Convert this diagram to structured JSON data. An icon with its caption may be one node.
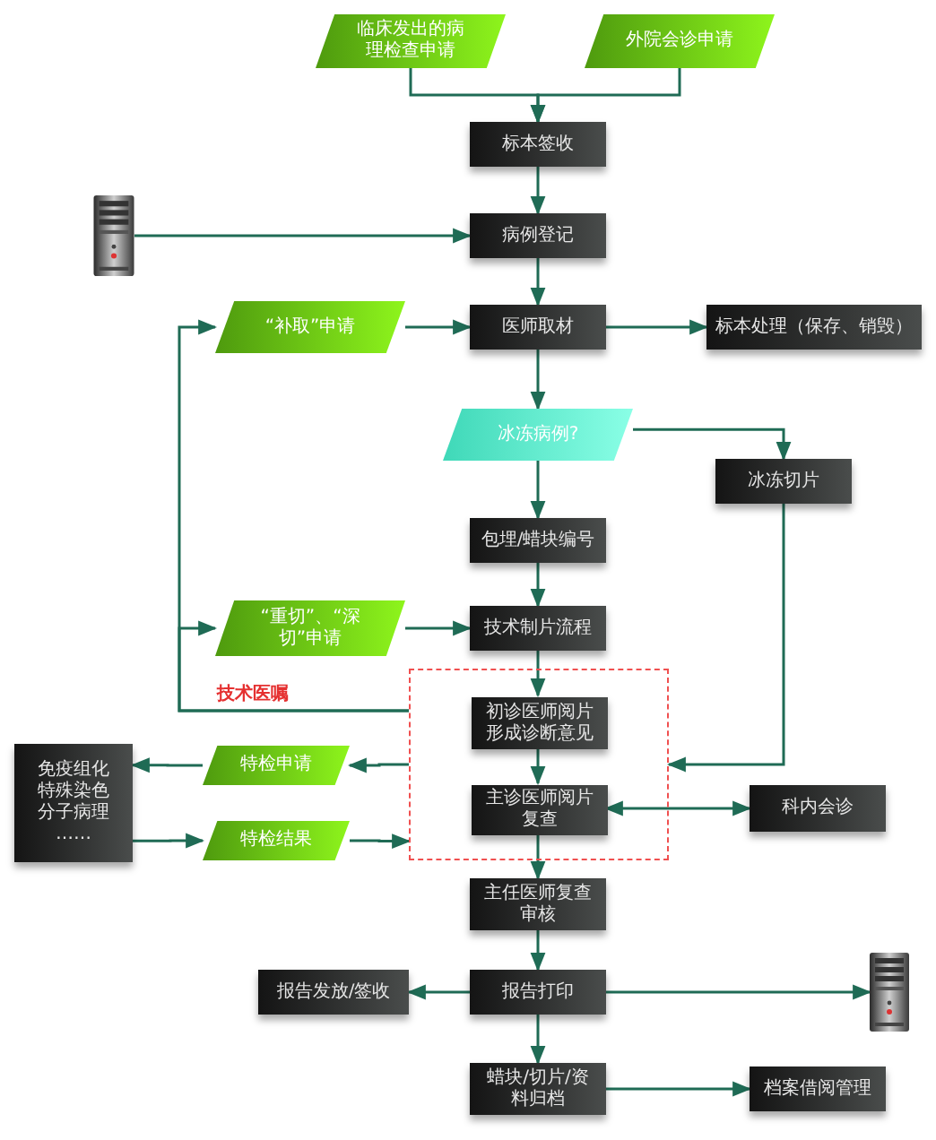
{
  "diagram": {
    "nodes": [
      {
        "text": [
          "临床发出的病理检查申请"
        ]
      },
      {
        "text": [
          "外院会诊申请"
        ]
      },
      {
        "text": [
          "标本签收"
        ]
      },
      {
        "text": [],
        "shape": "picture"
      },
      {
        "text": [
          "病例登记"
        ]
      },
      {
        "text": [
          "“补取”申请"
        ]
      },
      {
        "text": [
          "医师取材"
        ]
      },
      {
        "text": [
          "标本处理（保存、销毁）"
        ]
      },
      {
        "text": [
          "冰冻病例?"
        ]
      },
      {
        "text": [
          "冰冻切片"
        ]
      },
      {
        "text": [
          "包埋/蜡块编号"
        ]
      },
      {
        "text": [
          "“重切”、“深切”申请"
        ]
      },
      {
        "text": [
          "技术制片流程"
        ]
      },
      {
        "text": [],
        "shape": "box"
      },
      {
        "text": [
          "初诊医师阅片形成诊断意见"
        ],
        "in": 13
      },
      {
        "text": [
          "主诊医师阅片复查"
        ],
        "in": 13
      },
      {
        "text": [
          "科内会诊"
        ]
      },
      {
        "text": [
          "特检申请"
        ]
      },
      {
        "text": [
          "免疫组化",
          "特殊染色",
          "分子病理",
          "……"
        ]
      },
      {
        "text": [
          "特检结果"
        ]
      },
      {
        "text": [
          "主任医师复查审核"
        ]
      },
      {
        "text": [
          "报告打印"
        ]
      },
      {
        "text": [
          "报告发放/签收"
        ]
      },
      {
        "text": [],
        "shape": "picture"
      },
      {
        "text": [
          "蜡块/切片/资料归档"
        ]
      },
      {
        "text": [
          "档案借阅管理"
        ]
      }
    ],
    "edges": [
      {
        "from": 0,
        "to": 2,
        "arrow": "to"
      },
      {
        "from": 1,
        "to": 2,
        "arrow": "to"
      },
      {
        "from": 2,
        "to": 4,
        "arrow": "to"
      },
      {
        "from": 3,
        "to": 4,
        "arrow": "to"
      },
      {
        "from": 4,
        "to": 6,
        "arrow": "to"
      },
      {
        "from": 5,
        "to": 6,
        "arrow": "to"
      },
      {
        "from": 6,
        "to": 7,
        "arrow": "to"
      },
      {
        "from": 6,
        "to": 8,
        "arrow": "to"
      },
      {
        "from": 8,
        "to": 9,
        "arrow": "to"
      },
      {
        "from": 8,
        "to": 10,
        "arrow": "to"
      },
      {
        "from": 10,
        "to": 12,
        "arrow": "to"
      },
      {
        "from": 11,
        "to": 12,
        "arrow": "to"
      },
      {
        "from": 12,
        "to": 14,
        "arrow": "to"
      },
      {
        "from": 14,
        "to": 15,
        "arrow": "to"
      },
      {
        "from": 9,
        "to": 13,
        "arrow": "to"
      },
      {
        "from": 13,
        "to": 5,
        "arrow": "to"
      },
      {
        "from": 13,
        "to": 11,
        "arrow": "to"
      },
      {
        "from": 13,
        "to": 17,
        "arrow": "to"
      },
      {
        "from": 17,
        "to": 18,
        "arrow": "to"
      },
      {
        "from": 18,
        "to": 19,
        "arrow": "to"
      },
      {
        "from": 19,
        "to": 13,
        "arrow": "to"
      },
      {
        "from": 15,
        "to": 16,
        "arrow": "both"
      },
      {
        "from": 15,
        "to": 20,
        "arrow": "to"
      },
      {
        "from": 20,
        "to": 21,
        "arrow": "to"
      },
      {
        "from": 21,
        "to": 22,
        "arrow": "to"
      },
      {
        "from": 21,
        "to": 23,
        "arrow": "to"
      },
      {
        "from": 21,
        "to": 24,
        "arrow": "to"
      },
      {
        "from": 24,
        "to": 25,
        "arrow": "to"
      }
    ],
    "labels": [
      "技术医嘱"
    ]
  }
}
